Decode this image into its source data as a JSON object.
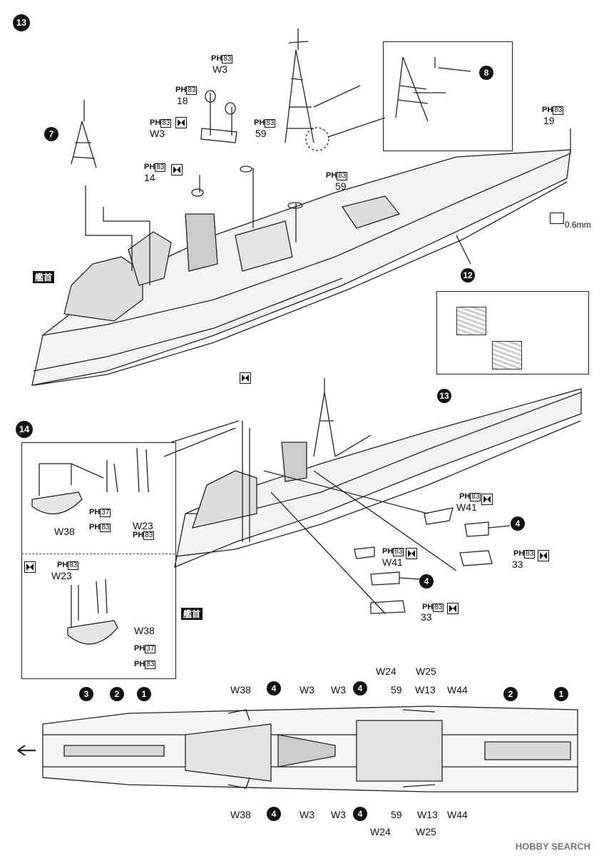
{
  "steps": {
    "s13": "13",
    "s14": "14"
  },
  "bow_label": "艦首",
  "ph": "PH",
  "ph_num_83": "83",
  "ph_num_37": "37",
  "callouts": {
    "c4": "4",
    "c7": "7",
    "c8": "8",
    "c12": "12",
    "c13": "13",
    "c1": "1",
    "c2": "2",
    "c3": "3"
  },
  "parts": {
    "w3": "W3",
    "p18": "18",
    "p14": "14",
    "p59": "59",
    "p19": "19",
    "w23": "W23",
    "w38": "W38",
    "w41": "W41",
    "p33": "33",
    "w24": "W24",
    "w25": "W25",
    "w13": "W13",
    "w44": "W44"
  },
  "note_06": "0.6mm",
  "watermark": "HOBBY SEARCH"
}
